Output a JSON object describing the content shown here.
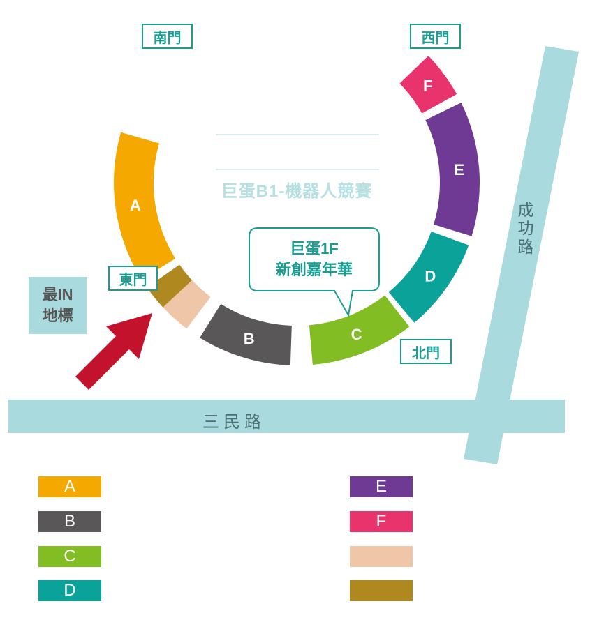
{
  "gates": {
    "south": "南門",
    "west": "西門",
    "east": "東門",
    "north": "北門"
  },
  "landmark": {
    "line1": "最IN",
    "line2": "地標"
  },
  "b1_title": "巨蛋B1-機器人競賽",
  "callout": {
    "line1": "巨蛋1F",
    "line2": "新創嘉年華"
  },
  "roads": {
    "horizontal": "三民路",
    "vertical": [
      "成",
      "功",
      "路"
    ]
  },
  "zones": [
    {
      "id": "A",
      "label": "A",
      "color": "#f5a800"
    },
    {
      "id": "B",
      "label": "B",
      "color": "#595757"
    },
    {
      "id": "C",
      "label": "C",
      "color": "#82bd24"
    },
    {
      "id": "D",
      "label": "D",
      "color": "#0ba399"
    },
    {
      "id": "E",
      "label": "E",
      "color": "#6e3a93"
    },
    {
      "id": "F",
      "label": "F",
      "color": "#e8336d"
    },
    {
      "id": "small-beige",
      "label": "",
      "color": "#f0c6a8"
    },
    {
      "id": "small-brown",
      "label": "",
      "color": "#b08820"
    }
  ],
  "colors": {
    "gate_teal": "#1a9e92",
    "road": "#a9dadd",
    "arrow": "#c3122b"
  }
}
